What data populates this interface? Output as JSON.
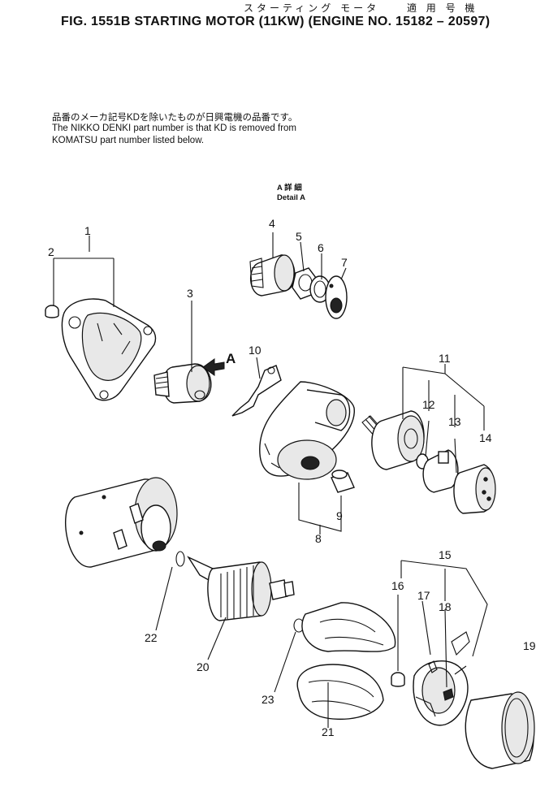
{
  "header": {
    "jp_name": "スターティング モータ",
    "jp_applicable": "適 用 号 機",
    "title": "FIG. 1551B  STARTING MOTOR (11KW) (ENGINE NO. 15182 – 20597)"
  },
  "notes": {
    "jp": "品番のメーカ記号KDを除いたものが日興電機の品番です。",
    "en1": "The NIKKO DENKI part number is that KD is removed from",
    "en2": "KOMATSU part number listed below."
  },
  "detail": {
    "jp": "A 詳 細",
    "en": "Detail A",
    "arrow_label": "A"
  },
  "callouts": [
    "1",
    "2",
    "3",
    "4",
    "5",
    "6",
    "7",
    "8",
    "9",
    "10",
    "11",
    "12",
    "13",
    "14",
    "15",
    "16",
    "17",
    "18",
    "19",
    "20",
    "21",
    "22",
    "23"
  ]
}
